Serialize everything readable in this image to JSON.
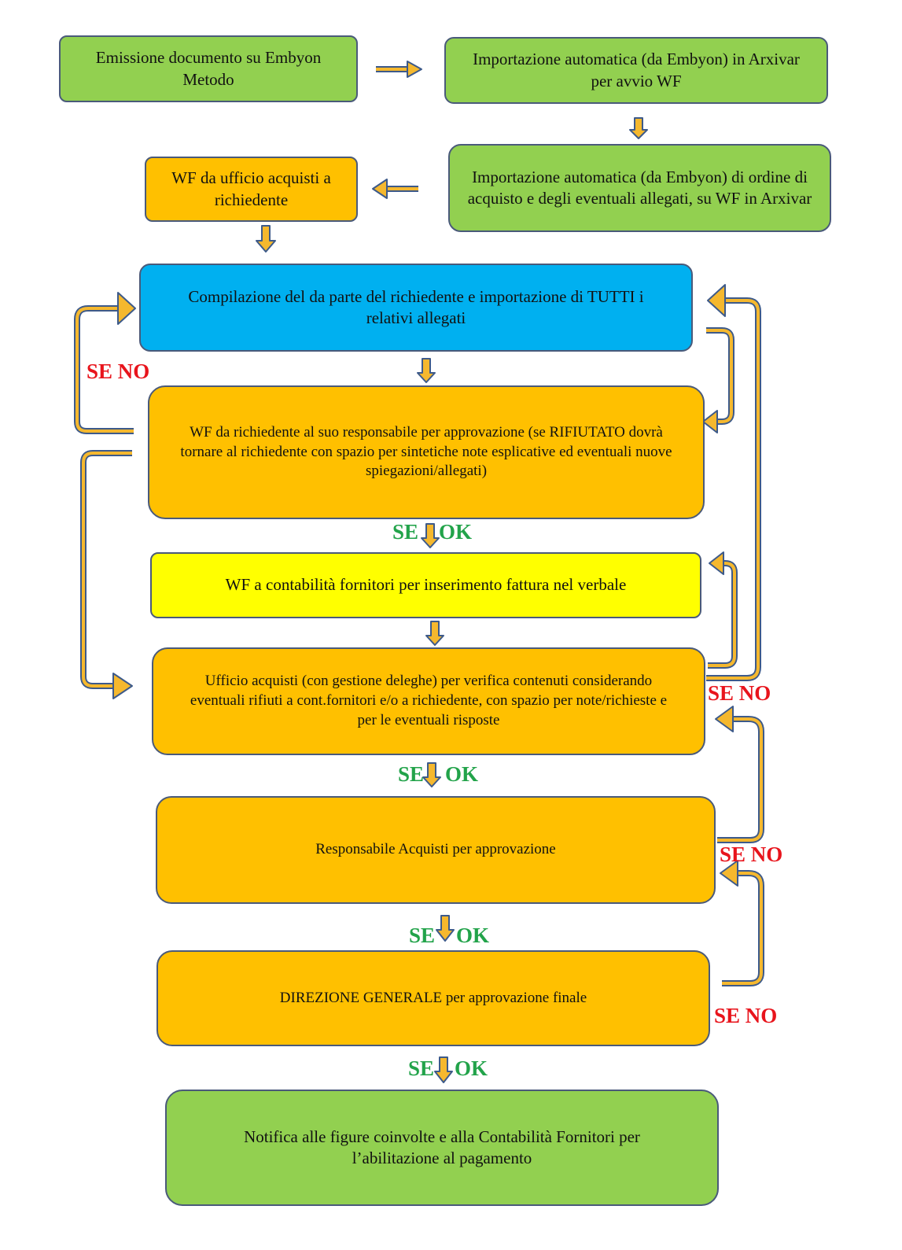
{
  "nodes": {
    "emissione": "Emissione documento su Embyon Metodo",
    "import_avvio": "Importazione automatica (da Embyon) in Arxivar per avvio WF",
    "import_ordine": "Importazione automatica (da Embyon) di ordine di acquisto e degli eventuali allegati, su WF in Arxivar",
    "wf_ufficio": "WF da ufficio acquisti a richiedente",
    "compilazione": "Compilazione del da parte del richiedente e importazione di TUTTI i relativi allegati",
    "wf_responsabile": "WF da richiedente al suo responsabile per approvazione (se RIFIUTATO dovrà tornare al richiedente con spazio per sintetiche note esplicative ed eventuali nuove spiegazioni/allegati)",
    "wf_contabilita": "WF a contabilità fornitori per inserimento fattura nel verbale",
    "ufficio_acquisti": "Ufficio acquisti (con gestione deleghe) per verifica contenuti considerando eventuali rifiuti a cont.fornitori e/o a richiedente, con spazio per note/richieste e per le eventuali risposte",
    "resp_acquisti": "Responsabile Acquisti per approvazione",
    "direzione": "DIREZIONE GENERALE per approvazione finale",
    "notifica": "Notifica alle figure coinvolte e alla Contabilità Fornitori per l’abilitazione al pagamento"
  },
  "labels": {
    "se_no": "SE NO",
    "se": "SE",
    "ok": "OK"
  },
  "colors": {
    "green": "#92d050",
    "orange": "#ffc000",
    "blue": "#00b0f0",
    "yellow": "#ffff00",
    "arrow_fill": "#f5b82e",
    "arrow_stroke": "#3d5a8a",
    "no_label": "#e8141c",
    "ok_label": "#22a34a"
  }
}
